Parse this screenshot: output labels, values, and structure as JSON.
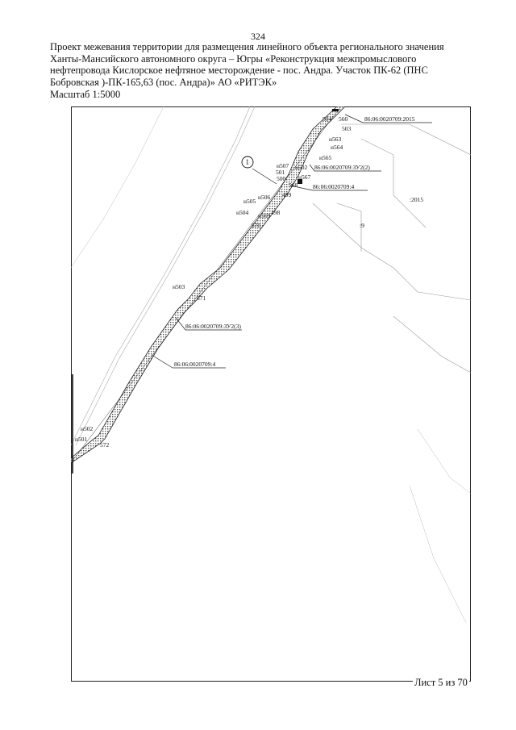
{
  "page_number": "324",
  "title_lines": [
    "Проект межевания  территории для размещения линейного объекта регионального значения",
    "Ханты-Мансийского автономного округа – Югры  «Реконструкция межпромыслового",
    "нефтепровода Кислорское нефтяное месторождение - пос. Андра. Участок ПК-62 (ПНС",
    "Бобровская )-ПК-165,63 (пос. Андра)» АО «РИТЭК»"
  ],
  "scale": "Масштаб 1:5000",
  "sheet": "Лист 5 из 70",
  "map": {
    "callout_marker": "1",
    "parcels": {
      "p2015": "86:06:0020709:2015",
      "zu2_2": "86:06:0020709:ЗУ2(2)",
      "p4_top": "86:06:0020709:4",
      "zu2_3": "86:06:0020709:ЗУ2(3)",
      "p4_main": "86:06:0020709:4",
      "short_2015": ":2015",
      "short_9": ":9"
    },
    "points": {
      "n504": "504",
      "n560": "560",
      "n503": "503",
      "nn563": "н563",
      "nn564": "н564",
      "nn565": "н565",
      "nn507": "н507",
      "nn502": "н502",
      "n501": "501",
      "n500": "500",
      "nn567": "н567",
      "n568": "568",
      "n499": "499",
      "nn505": "н505",
      "nn506": "н506",
      "nn504": "н504",
      "nn569": "н569",
      "n498": "498",
      "n570": "570",
      "nn503": "н503",
      "n571": "571",
      "nn502b": "н502",
      "nn501": "н501",
      "n572": "572"
    }
  }
}
